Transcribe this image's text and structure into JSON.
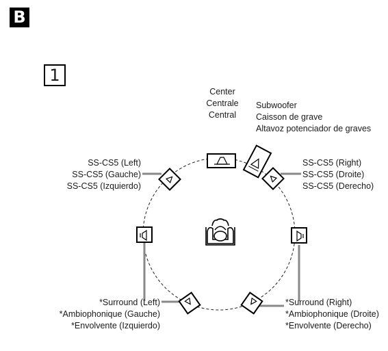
{
  "section_badge": "B",
  "step_number": "1",
  "labels": {
    "center": [
      "Center",
      "Centrale",
      "Central"
    ],
    "subwoofer": [
      "Subwoofer",
      "Caisson de grave",
      "Altavoz potenciador de graves"
    ],
    "front_left": [
      "SS-CS5 (Left)",
      "SS-CS5 (Gauche)",
      "SS-CS5 (Izquierdo)"
    ],
    "front_right": [
      "SS-CS5 (Right)",
      "SS-CS5 (Droite)",
      "SS-CS5 (Derecho)"
    ],
    "surround_left": [
      "*Surround (Left)",
      "*Ambiophonique (Gauche)",
      "*Envolvente (Izquierdo)"
    ],
    "surround_right": [
      "*Surround (Right)",
      "*Ambiophonique (Droite)",
      "*Envolvente (Derecho)"
    ]
  },
  "icons": [
    "speaker-icon",
    "subwoofer-icon",
    "listener-armchair-icon"
  ]
}
